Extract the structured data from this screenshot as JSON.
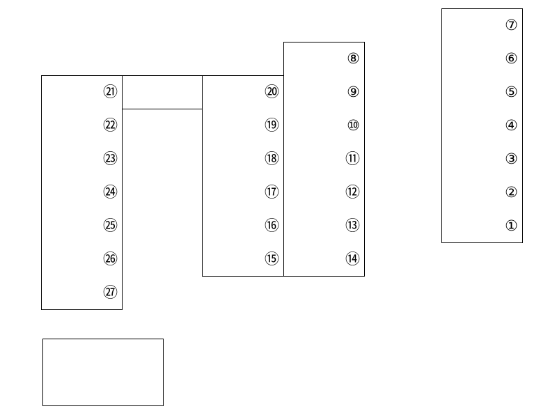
{
  "slots": {
    "s1": "①",
    "s2": "②",
    "s3": "③",
    "s4": "④",
    "s5": "⑤",
    "s6": "⑥",
    "s7": "⑦",
    "s8": "⑧",
    "s9": "⑨",
    "s10": "⑩",
    "s11": "⑪",
    "s12": "⑫",
    "s13": "⑬",
    "s14": "⑭",
    "s15": "⑮",
    "s16": "⑯",
    "s17": "⑰",
    "s18": "⑱",
    "s19": "⑲",
    "s20": "⑳",
    "s21": "㉑",
    "s22": "㉒",
    "s23": "㉓",
    "s24": "㉔",
    "s25": "㉕",
    "s26": "㉖",
    "s27": "㉗"
  },
  "line_color": "#000000",
  "background_color": "#ffffff"
}
